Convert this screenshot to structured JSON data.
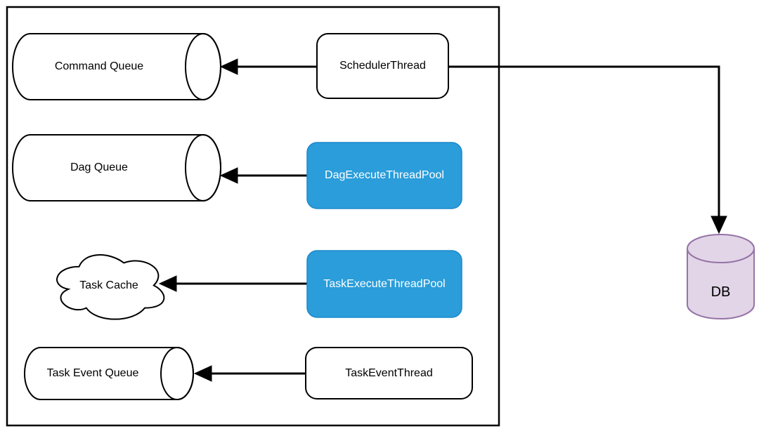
{
  "diagram": {
    "description": "Scheduler architecture diagram",
    "nodes": {
      "command_queue": {
        "label": "Command Queue",
        "shape": "horizontal-cylinder-queue",
        "fill": "#FFFFFF",
        "stroke": "#000000"
      },
      "dag_queue": {
        "label": "Dag Queue",
        "shape": "horizontal-cylinder-queue",
        "fill": "#FFFFFF",
        "stroke": "#000000"
      },
      "task_cache": {
        "label": "Task Cache",
        "shape": "cloud",
        "fill": "#FFFFFF",
        "stroke": "#000000"
      },
      "task_event_queue": {
        "label": "Task Event Queue",
        "shape": "horizontal-cylinder-queue",
        "fill": "#FFFFFF",
        "stroke": "#000000"
      },
      "scheduler_thread": {
        "label": "SchedulerThread",
        "shape": "rounded-rect",
        "fill": "#FFFFFF",
        "stroke": "#000000"
      },
      "dag_execute_thread_pool": {
        "label": "DagExecuteThreadPool",
        "shape": "rounded-rect",
        "fill": "#2A9DDA",
        "stroke": "#1C87C9",
        "text_color": "#FFFFFF"
      },
      "task_execute_thread_pool": {
        "label": "TaskExecuteThreadPool",
        "shape": "rounded-rect",
        "fill": "#2A9DDA",
        "stroke": "#1C87C9",
        "text_color": "#FFFFFF"
      },
      "task_event_thread": {
        "label": "TaskEventThread",
        "shape": "rounded-rect",
        "fill": "#FFFFFF",
        "stroke": "#000000"
      },
      "db": {
        "label": "DB",
        "shape": "vertical-cylinder-database",
        "fill": "#E1D5E7",
        "stroke": "#9673A6"
      }
    },
    "edges": [
      {
        "from": "SchedulerThread",
        "to": "Command Queue",
        "style": "arrow"
      },
      {
        "from": "SchedulerThread",
        "to": "DB",
        "style": "arrow-elbow"
      },
      {
        "from": "DagExecuteThreadPool",
        "to": "Dag Queue",
        "style": "arrow"
      },
      {
        "from": "TaskExecuteThreadPool",
        "to": "Task Cache",
        "style": "arrow"
      },
      {
        "from": "TaskEventThread",
        "to": "Task Event Queue",
        "style": "arrow"
      }
    ],
    "colors": {
      "background": "#FFFFFF",
      "line": "#000000",
      "thread_pool_blue": "#2A9DDA",
      "thread_pool_blue_border": "#1C87C9",
      "db_fill": "#E1D5E7",
      "db_stroke": "#9673A6"
    }
  }
}
